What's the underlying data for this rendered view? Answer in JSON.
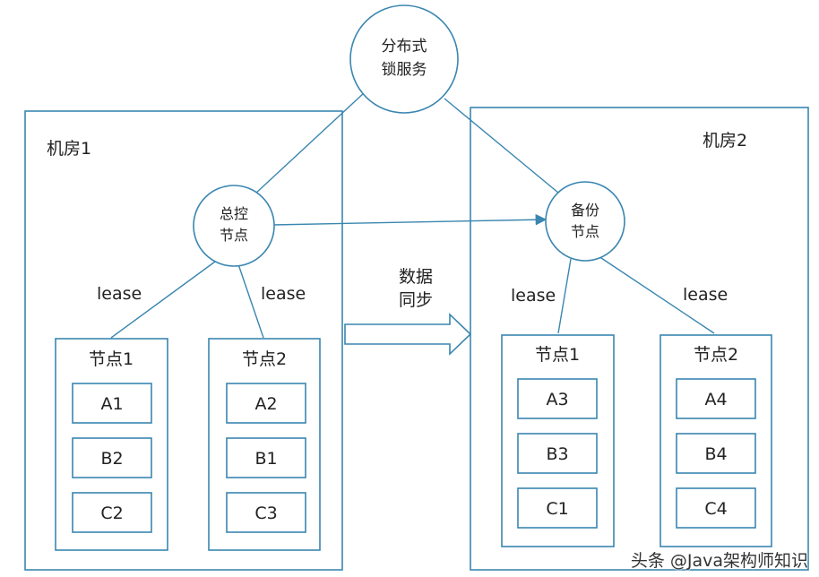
{
  "lock_service": {
    "line1": "分布式",
    "line2": "锁服务"
  },
  "room1": {
    "title": "机房1",
    "master": {
      "line1": "总控",
      "line2": "节点"
    },
    "lease_left": "lease",
    "lease_right": "lease",
    "node1": {
      "title": "节点1",
      "items": [
        "A1",
        "B2",
        "C2"
      ]
    },
    "node2": {
      "title": "节点2",
      "items": [
        "A2",
        "B1",
        "C3"
      ]
    }
  },
  "room2": {
    "title": "机房2",
    "backup": {
      "line1": "备份",
      "line2": "节点"
    },
    "lease_left": "lease",
    "lease_right": "lease",
    "node1": {
      "title": "节点1",
      "items": [
        "A3",
        "B3",
        "C1"
      ]
    },
    "node2": {
      "title": "节点2",
      "items": [
        "A4",
        "B4",
        "C4"
      ]
    }
  },
  "sync": {
    "line1": "数据",
    "line2": "同步"
  },
  "watermark": "头条 @Java架构师知识",
  "colors": {
    "stroke": "#3a86b0"
  }
}
